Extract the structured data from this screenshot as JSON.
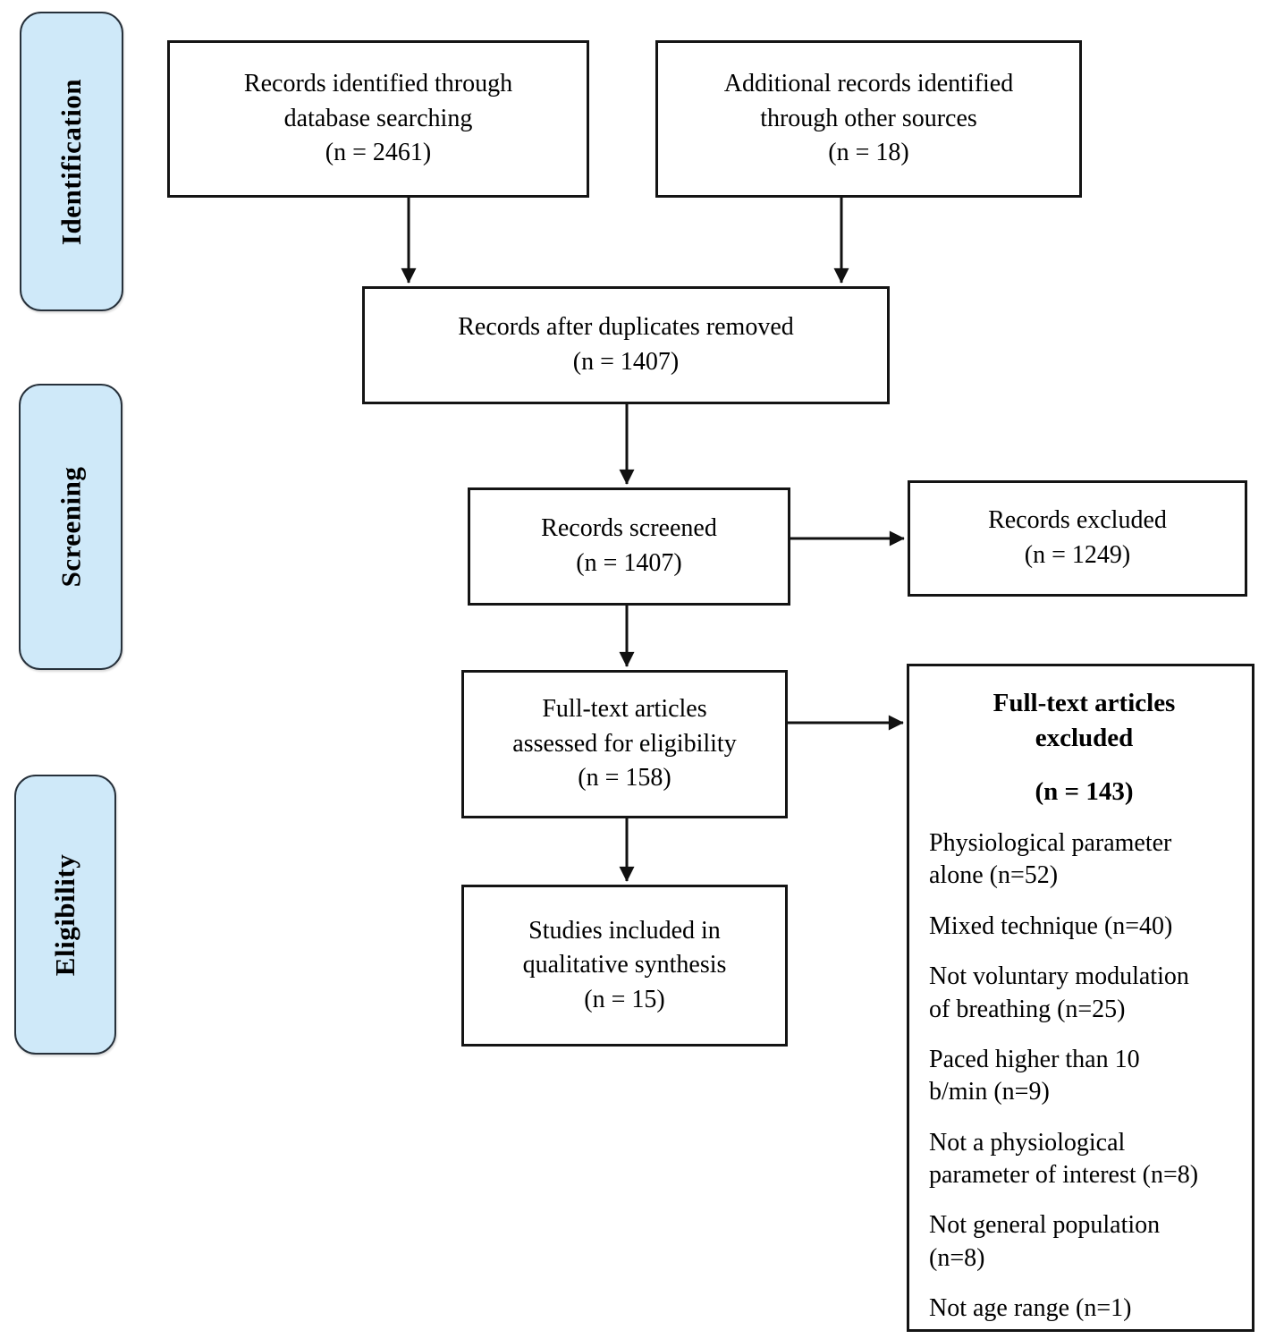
{
  "colors": {
    "stage_fill": "#cfe9f9",
    "stage_border": "#27313b",
    "box_border": "#141414",
    "arrow": "#111111",
    "text": "#000000",
    "bg": "#ffffff"
  },
  "stages": [
    {
      "label": "Identification"
    },
    {
      "label": "Screening"
    },
    {
      "label": "Eligibility"
    }
  ],
  "flow": {
    "identified": {
      "label": "Records identified through\ndatabase searching",
      "count": "(n = 2461)"
    },
    "additional": {
      "label": "Additional records identified\nthrough other sources",
      "count": "(n = 18)"
    },
    "deduplicated": {
      "label": "Records after duplicates removed",
      "count": "(n = 1407)"
    },
    "screened": {
      "label": "Records screened",
      "count": "(n = 1407)"
    },
    "records_excluded": {
      "label": "Records excluded",
      "count": "(n = 1249)"
    },
    "fulltext_assessed": {
      "label": "Full-text articles\nassessed for eligibility",
      "count": "(n = 158)"
    },
    "included": {
      "label": "Studies included in\nqualitative synthesis",
      "count": "(n = 15)"
    },
    "fulltext_excluded": {
      "title": "Full-text articles\nexcluded",
      "count": "(n = 143)",
      "reasons": [
        "Physiological parameter\nalone (n=52)",
        "Mixed technique (n=40)",
        "Not voluntary modulation\nof breathing (n=25)",
        "Paced higher than 10\nb/min (n=9)",
        "Not a physiological\nparameter of interest (n=8)",
        "Not general population\n(n=8)",
        "Not age range (n=1)"
      ]
    }
  }
}
